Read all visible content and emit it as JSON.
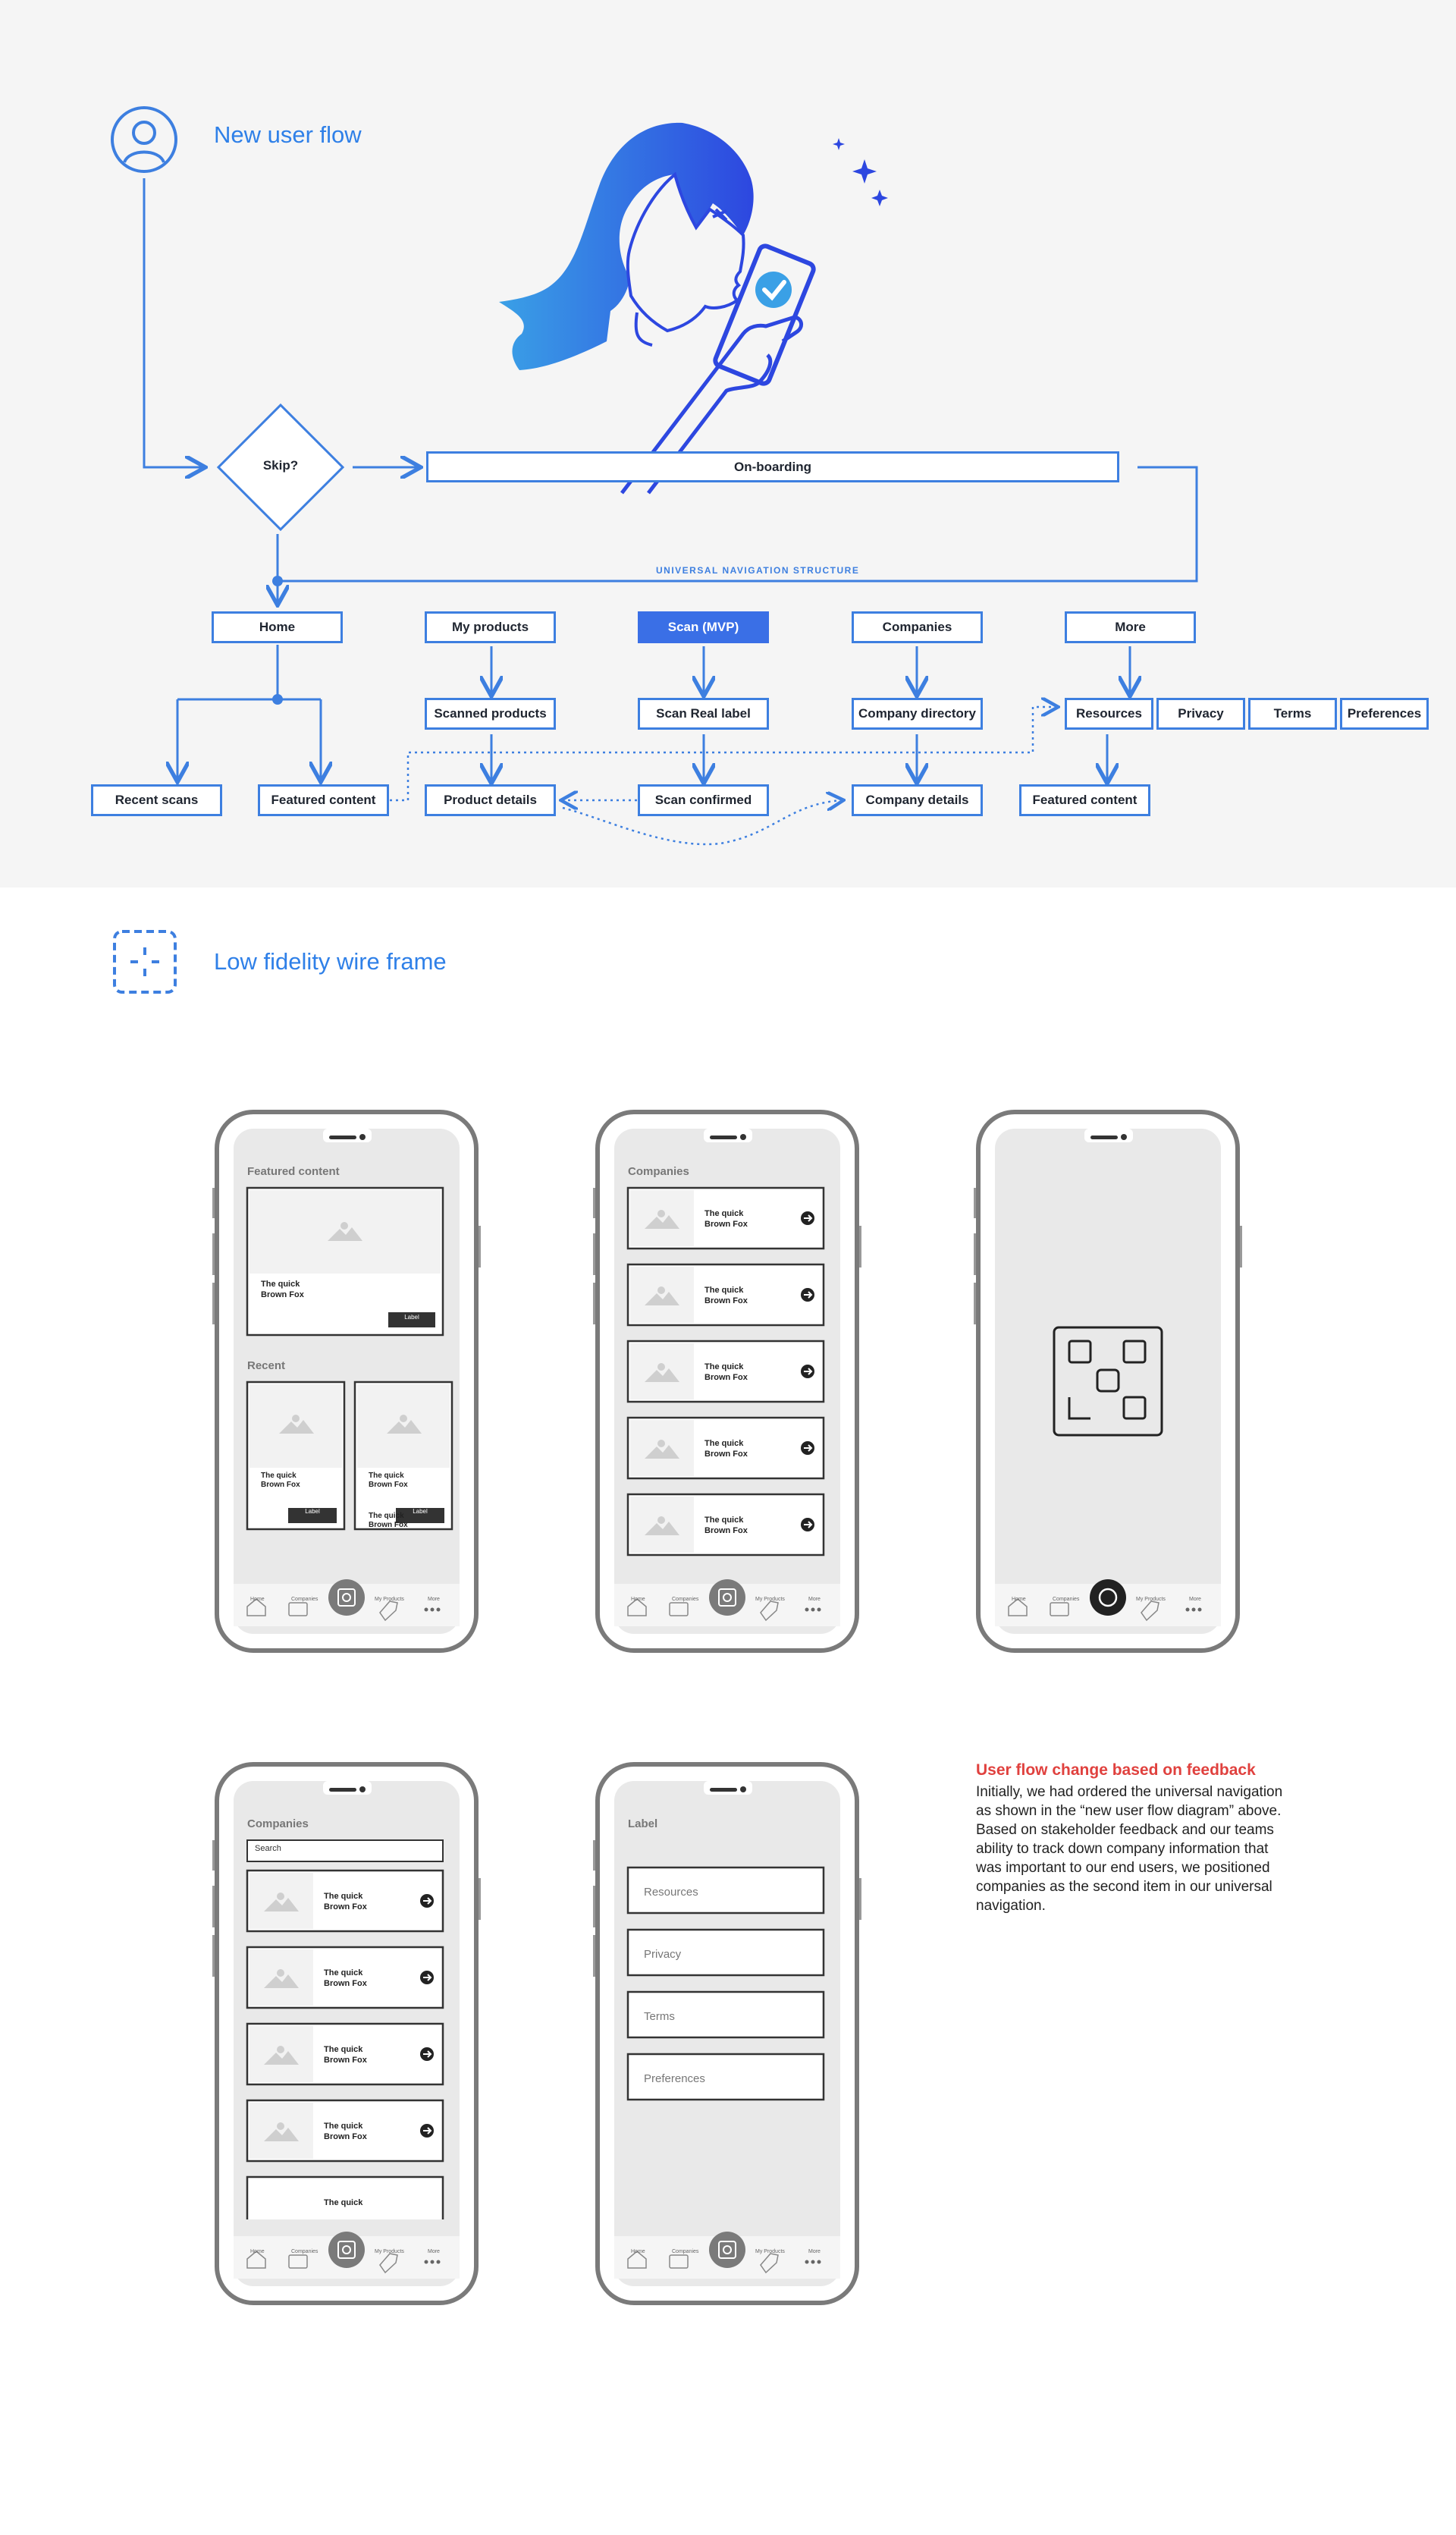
{
  "flow": {
    "title": "New user flow",
    "skip": "Skip?",
    "onboarding": "On-boarding",
    "nav_structure": "UNIVERSAL NAVIGATION STRUCTURE",
    "home": "Home",
    "my_products": "My products",
    "scan": "Scan (MVP)",
    "companies": "Companies",
    "more": "More",
    "scanned_products": "Scanned products",
    "scan_real_label": "Scan Real label",
    "company_directory": "Company directory",
    "resources": "Resources",
    "privacy": "Privacy",
    "terms": "Terms",
    "preferences": "Preferences",
    "recent_scans": "Recent scans",
    "featured_content": "Featured content",
    "product_details": "Product details",
    "scan_confirmed": "Scan confirmed",
    "company_details": "Company details",
    "featured_content_more": "Featured content",
    "accent": "#2f80e8"
  },
  "wireframe": {
    "title": "Low fidelity wire frame",
    "card_text_1": "The quick",
    "card_text_2": "Brown Fox",
    "label_button": "Label",
    "phone1": {
      "featured": "Featured content",
      "recent": "Recent"
    },
    "phone2": {
      "heading": "Companies"
    },
    "phone4": {
      "heading": "Companies",
      "search": "Search"
    },
    "phone5": {
      "heading": "Label",
      "items": [
        "Resources",
        "Privacy",
        "Terms",
        "Preferences"
      ]
    },
    "tabbar": [
      "Home",
      "Companies",
      "My Products",
      "More"
    ]
  },
  "note": {
    "title": "User flow change based on feedback",
    "body": "Initially, we had ordered the universal navigation as shown in the “new user flow diagram” above. Based on stakeholder feedback and our teams ability to track down company information that was important to our end users, we positioned companies as the second item in our universal navigation.",
    "title_color": "#e0413e"
  }
}
